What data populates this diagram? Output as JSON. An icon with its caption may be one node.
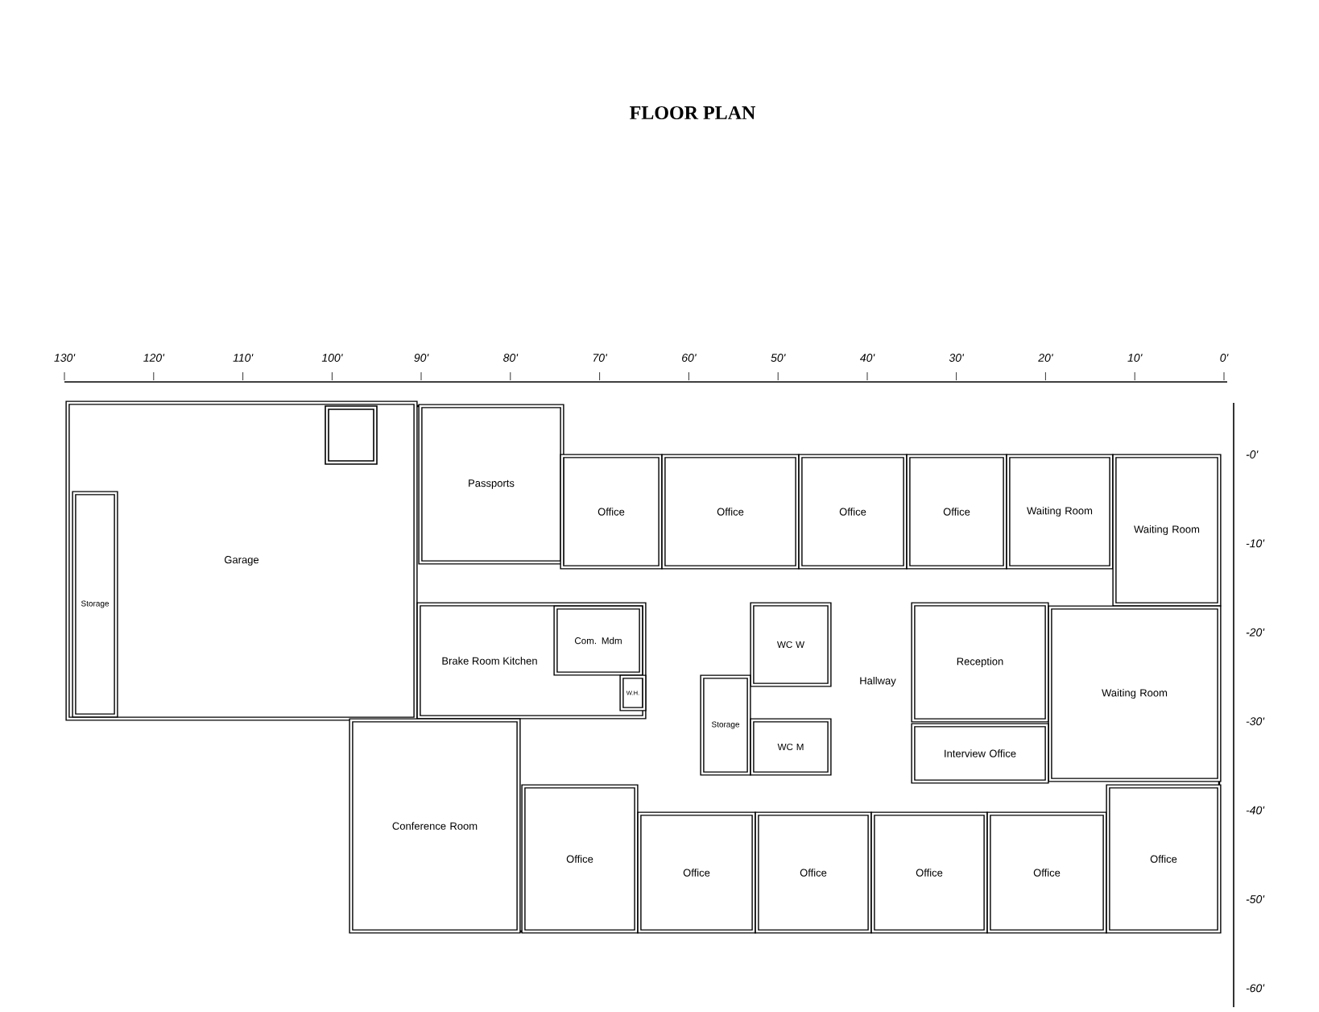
{
  "diagram": {
    "title": "FLOOR PLAN",
    "nodes": [
      {
        "text": [
          "Garage"
        ]
      },
      {
        "text": [
          "Storage"
        ],
        "in": 0
      },
      {
        "text": [
          "Passports"
        ]
      },
      {
        "text": [
          "Office"
        ]
      },
      {
        "text": [
          "Office"
        ]
      },
      {
        "text": [
          "Office"
        ]
      },
      {
        "text": [
          "Office"
        ]
      },
      {
        "text": [
          "Waiting Room"
        ]
      },
      {
        "text": [
          "Waiting Room"
        ]
      },
      {
        "text": [
          "Brake Room Kitchen"
        ]
      },
      {
        "text": [
          "Com. Mdm"
        ],
        "in": 9
      },
      {
        "text": [
          "W.H."
        ],
        "in": 9
      },
      {
        "text": [
          "WC W"
        ]
      },
      {
        "text": [
          "Storage"
        ]
      },
      {
        "text": [
          "WC M"
        ]
      },
      {
        "text": [
          "Reception"
        ]
      },
      {
        "text": [
          "Waiting Room"
        ]
      },
      {
        "text": [
          "Interview Office"
        ]
      },
      {
        "text": [
          "Conference Room"
        ]
      },
      {
        "text": [
          "Office"
        ]
      },
      {
        "text": [
          "Office"
        ]
      },
      {
        "text": [
          "Office"
        ]
      },
      {
        "text": [
          "Office"
        ]
      },
      {
        "text": [
          "Office"
        ]
      },
      {
        "text": [
          "Office"
        ]
      }
    ],
    "edges": [],
    "labels": [
      "130'",
      "120'",
      "110'",
      "100'",
      "90'",
      "80'",
      "70'",
      "60'",
      "50'",
      "40'",
      "30'",
      "20'",
      "10'",
      "0'",
      "-0'",
      "-10'",
      "-20'",
      "-30'",
      "-40'",
      "-50'",
      "-60'",
      "Hallway"
    ]
  }
}
